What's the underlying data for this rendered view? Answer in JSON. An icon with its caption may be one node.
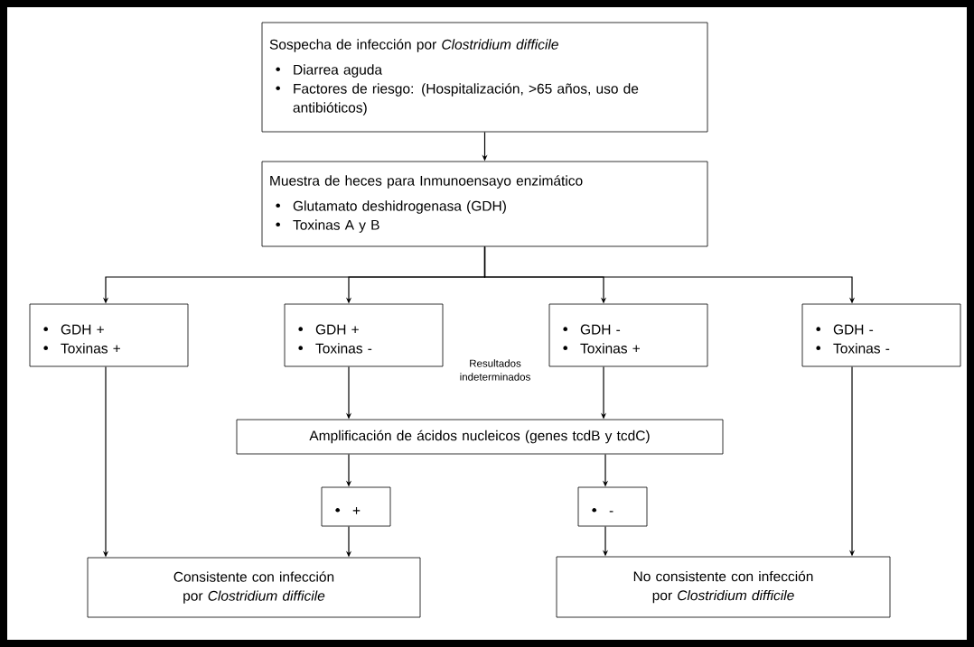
{
  "diagram": {
    "nodes": [
      {
        "text": [
          "Sospecha de infección por *Clostridium difficile*",
          "Diarrea aguda",
          "Factores de riesgo: (Hospitalización, >65 años, uso de antibióticos)"
        ]
      },
      {
        "text": [
          "Muestra de heces para Inmunoensayo enzimático",
          "Glutamato deshidrogenasa (GDH)",
          "Toxinas A y B"
        ]
      },
      {
        "text": [
          "GDH +",
          "Toxinas +"
        ]
      },
      {
        "text": [
          "GDH +",
          "Toxinas -"
        ]
      },
      {
        "text": [
          "GDH -",
          "Toxinas +"
        ]
      },
      {
        "text": [
          "GDH -",
          "Toxinas -"
        ]
      },
      {
        "text": [
          "Amplificación de ácidos nucleicos (genes tcdB y tcdC)"
        ]
      },
      {
        "text": [
          "+"
        ]
      },
      {
        "text": [
          "-"
        ]
      },
      {
        "text": [
          "Consistente con infección por *Clostridium difficile*"
        ]
      },
      {
        "text": [
          "No consistente con infección por *Clostridium difficile*"
        ]
      }
    ],
    "edges": [
      {
        "from": 0,
        "to": 1,
        "arrow": "to"
      },
      {
        "from": 1,
        "to": 2,
        "arrow": "to"
      },
      {
        "from": 1,
        "to": 3,
        "arrow": "to"
      },
      {
        "from": 1,
        "to": 4,
        "arrow": "to"
      },
      {
        "from": 1,
        "to": 5,
        "arrow": "to"
      },
      {
        "from": 2,
        "to": 9,
        "arrow": "to"
      },
      {
        "from": 3,
        "to": 6,
        "arrow": "to"
      },
      {
        "from": 4,
        "to": 6,
        "arrow": "to"
      },
      {
        "from": 5,
        "to": 10,
        "arrow": "to"
      },
      {
        "from": 6,
        "to": 7,
        "arrow": "to"
      },
      {
        "from": 6,
        "to": 8,
        "arrow": "to"
      },
      {
        "from": 7,
        "to": 9,
        "arrow": "to"
      },
      {
        "from": 8,
        "to": 10,
        "arrow": "to"
      }
    ],
    "labels": [
      "Resultados indeterminados"
    ]
  }
}
